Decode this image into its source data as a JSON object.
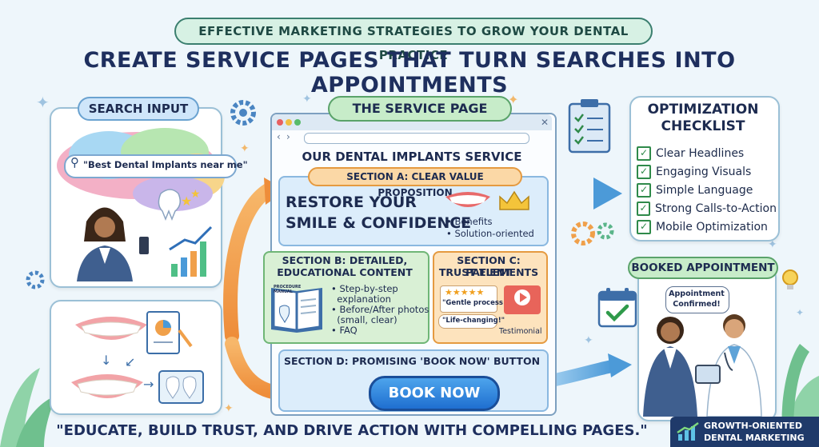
{
  "header": {
    "tagline": "EFFECTIVE MARKETING STRATEGIES TO GROW YOUR DENTAL PRACTICE",
    "title": "CREATE SERVICE PAGES THAT TURN SEARCHES INTO APPOINTMENTS"
  },
  "search_input": {
    "label": "SEARCH INPUT",
    "query": "\"Best Dental Implants near me\""
  },
  "service_page": {
    "label": "THE SERVICE PAGE",
    "page_title": "OUR DENTAL IMPLANTS SERVICE",
    "section_a": {
      "label": "SECTION A: CLEAR VALUE PROPOSITION",
      "headline_line1": "RESTORE YOUR",
      "headline_line2": "SMILE & CONFIDENCE",
      "bullets": [
        "• Benefits",
        "• Solution-oriented"
      ]
    },
    "section_b": {
      "label_line1": "SECTION B: DETAILED,",
      "label_line2": "EDUCATIONAL CONTENT",
      "manual_label": "PROCEDURE MANUAL",
      "bullets": [
        "• Step-by-step",
        "  explanation",
        "• Before/After photos",
        "  (small, clear)",
        "• FAQ"
      ]
    },
    "section_c": {
      "label_line1": "SECTION C: PATIENT",
      "label_line2": "TRUST ELEMENTS",
      "stars": "★★★★★",
      "quote1": "\"Gentle process!\"",
      "quote2": "\"Life-changing!\"",
      "video_caption": "Testimonial"
    },
    "section_d": {
      "label": "SECTION D: PROMISING 'BOOK NOW' BUTTON",
      "button": "BOOK NOW"
    }
  },
  "checklist": {
    "title_line1": "OPTIMIZATION",
    "title_line2": "CHECKLIST",
    "items": [
      "Clear Headlines",
      "Engaging Visuals",
      "Simple Language",
      "Strong Calls-to-Action",
      "Mobile Optimization"
    ]
  },
  "booked": {
    "label": "BOOKED APPOINTMENT",
    "bubble_line1": "Appointment",
    "bubble_line2": "Confirmed!"
  },
  "footer": {
    "quote": "\"EDUCATE, BUILD TRUST, AND DRIVE ACTION WITH COMPELLING PAGES.\"",
    "brand_line1": "GROWTH-ORIENTED",
    "brand_line2": "DENTAL MARKETING"
  },
  "colors": {
    "accent_green": "#d7f1e4",
    "accent_blue": "#cfe6fa",
    "accent_orange": "#fbd8a6",
    "title_navy": "#1e2f5e"
  }
}
